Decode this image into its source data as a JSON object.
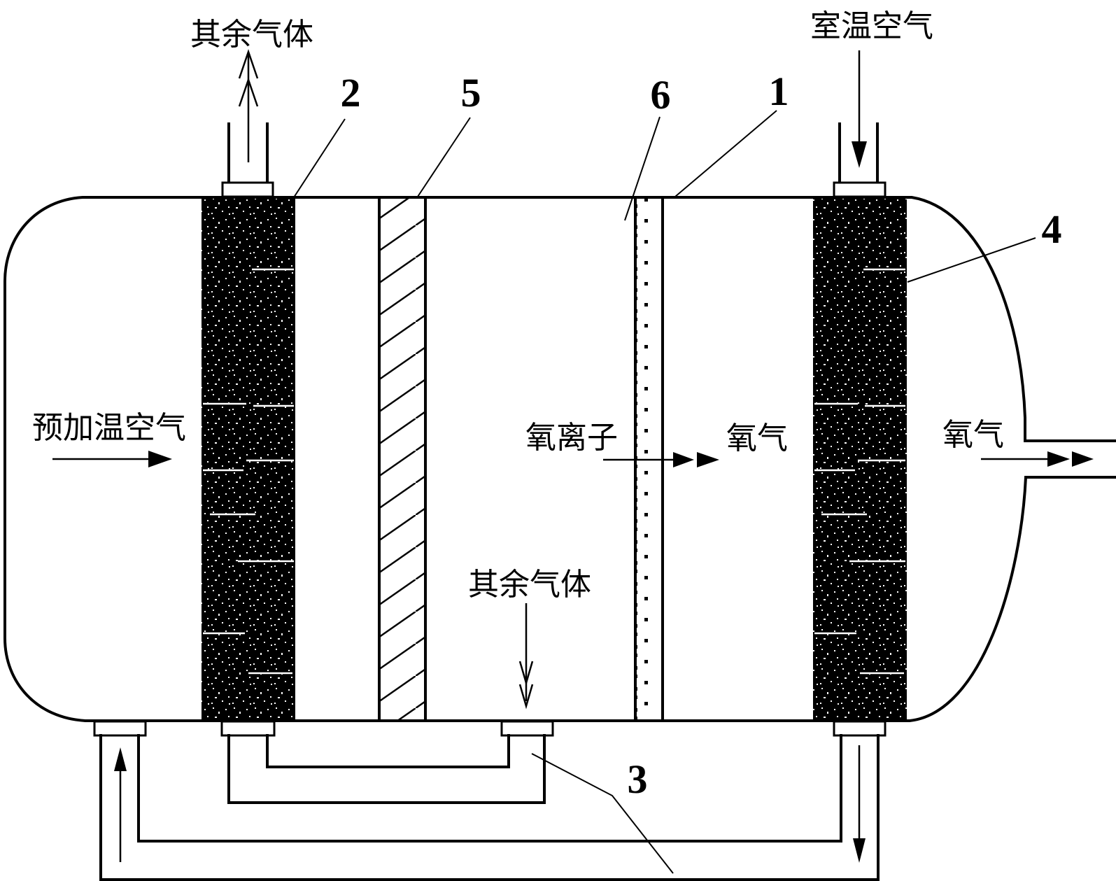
{
  "flow_labels": {
    "exhaust_gas_top": "其余气体",
    "room_temperature_air": "室温空气",
    "preheated_air": "预加温空气",
    "oxygen_ions": "氧离子",
    "oxygen_after_membrane": "氧气",
    "oxygen_outlet": "氧气",
    "residual_gas_bottom": "其余气体"
  },
  "part_numbers": {
    "shell": "1",
    "left_heat_exchange_layer": "2",
    "bottom_return_pipe": "3",
    "right_heat_exchange_layer": "4",
    "hatched_partition": "5",
    "ion_membrane": "6"
  },
  "colors": {
    "line": "#000000",
    "background": "#ffffff"
  }
}
